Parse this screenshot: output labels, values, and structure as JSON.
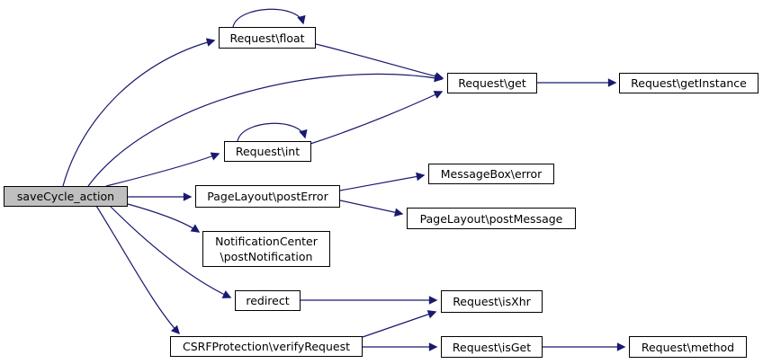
{
  "diagram": {
    "type": "call-graph",
    "root": "saveCycle_action",
    "colors": {
      "edge": "#191970",
      "node_border": "#000000",
      "node_fill": "#ffffff",
      "root_fill": "#bfbfbf"
    },
    "nodes": {
      "save_cycle_action": {
        "label": "saveCycle_action"
      },
      "request_float": {
        "label": "Request\\float"
      },
      "request_int": {
        "label": "Request\\int"
      },
      "request_get": {
        "label": "Request\\get"
      },
      "request_get_instance": {
        "label": "Request\\getInstance"
      },
      "page_layout_post_error": {
        "label": "PageLayout\\postError"
      },
      "message_box_error": {
        "label": "MessageBox\\error"
      },
      "page_layout_post_message": {
        "label": "PageLayout\\postMessage"
      },
      "notification_center": {
        "lines": [
          "NotificationCenter",
          "\\postNotification"
        ]
      },
      "redirect": {
        "label": "redirect"
      },
      "csrf_verify_request": {
        "label": "CSRFProtection\\verifyRequest"
      },
      "request_is_xhr": {
        "label": "Request\\isXhr"
      },
      "request_is_get": {
        "label": "Request\\isGet"
      },
      "request_method": {
        "label": "Request\\method"
      }
    },
    "edges": [
      {
        "from": "saveCycle_action",
        "to": "Request\\float"
      },
      {
        "from": "saveCycle_action",
        "to": "Request\\get"
      },
      {
        "from": "saveCycle_action",
        "to": "Request\\int"
      },
      {
        "from": "saveCycle_action",
        "to": "PageLayout\\postError"
      },
      {
        "from": "saveCycle_action",
        "to": "NotificationCenter\\postNotification"
      },
      {
        "from": "saveCycle_action",
        "to": "redirect"
      },
      {
        "from": "saveCycle_action",
        "to": "CSRFProtection\\verifyRequest"
      },
      {
        "from": "Request\\float",
        "to": "Request\\float"
      },
      {
        "from": "Request\\float",
        "to": "Request\\get"
      },
      {
        "from": "Request\\int",
        "to": "Request\\int"
      },
      {
        "from": "Request\\int",
        "to": "Request\\get"
      },
      {
        "from": "Request\\get",
        "to": "Request\\getInstance"
      },
      {
        "from": "PageLayout\\postError",
        "to": "MessageBox\\error"
      },
      {
        "from": "PageLayout\\postError",
        "to": "PageLayout\\postMessage"
      },
      {
        "from": "redirect",
        "to": "Request\\isXhr"
      },
      {
        "from": "CSRFProtection\\verifyRequest",
        "to": "Request\\isXhr"
      },
      {
        "from": "CSRFProtection\\verifyRequest",
        "to": "Request\\isGet"
      },
      {
        "from": "Request\\isGet",
        "to": "Request\\method"
      }
    ]
  }
}
